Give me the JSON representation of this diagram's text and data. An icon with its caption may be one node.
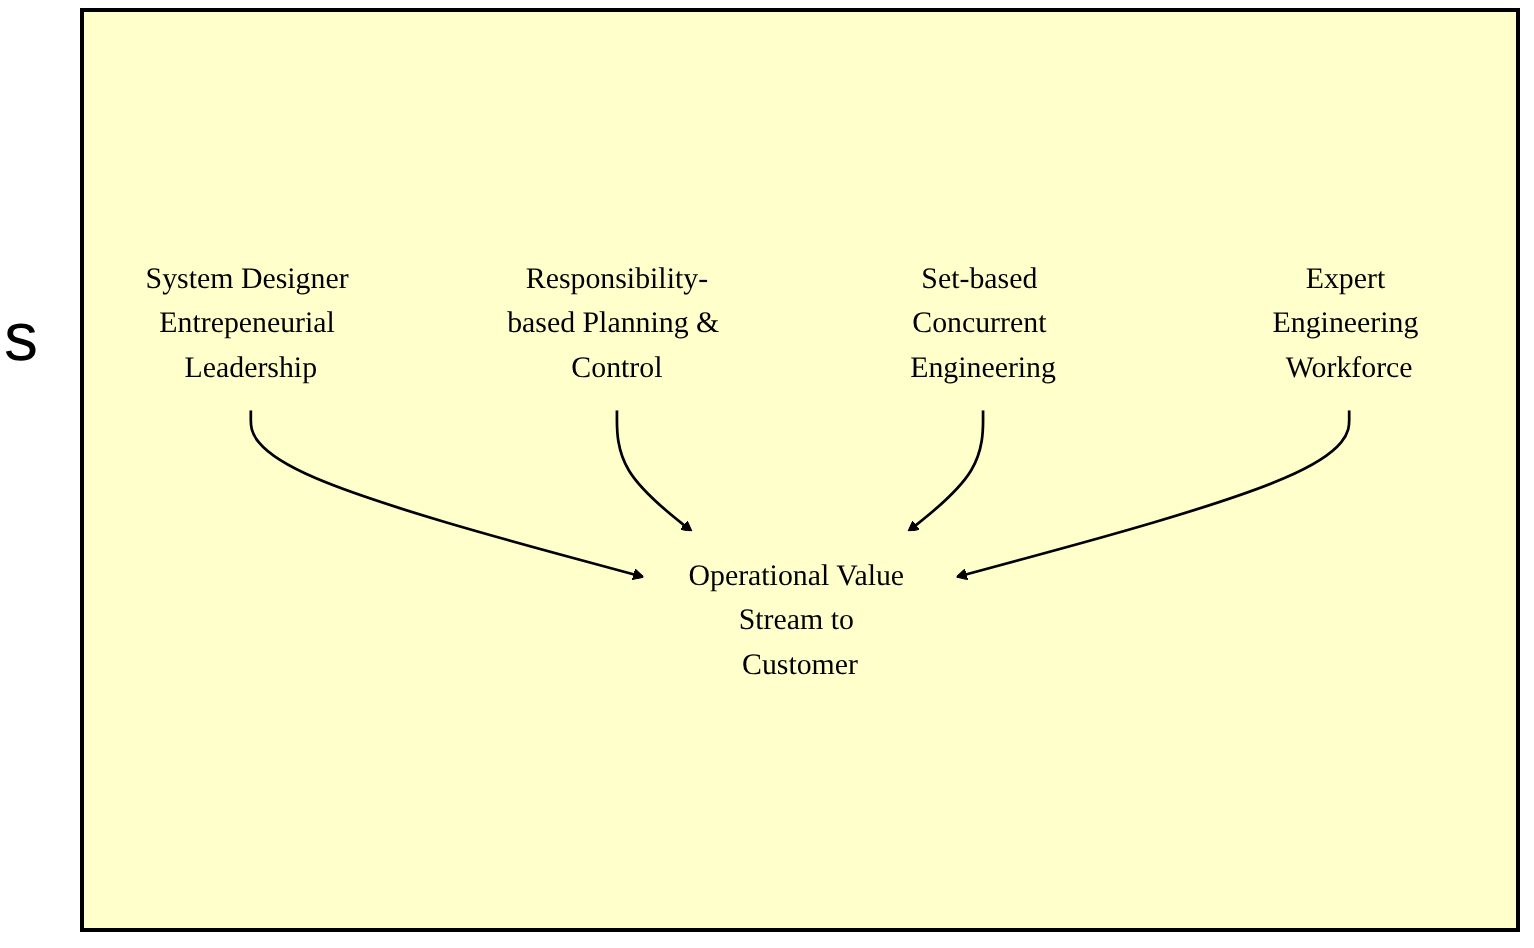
{
  "diagram": {
    "nodes": [
      {
        "text": [
          "System Designer Entrepeneurial Leadership"
        ]
      },
      {
        "text": [
          "Responsibility-based Planning & Control"
        ]
      },
      {
        "text": [
          "Operational Value Stream to Customer"
        ]
      },
      {
        "text": [
          "Set-based Concurrent Engineering"
        ]
      },
      {
        "text": [
          "Expert Engineering Workforce"
        ]
      }
    ],
    "edges": [
      {
        "from": 0,
        "to": 2,
        "arrow": "to"
      },
      {
        "from": 1,
        "to": 2,
        "arrow": "to"
      },
      {
        "from": 3,
        "to": 2,
        "arrow": "to"
      },
      {
        "from": 4,
        "to": 2,
        "arrow": "to"
      }
    ],
    "labels": [
      "s"
    ]
  }
}
